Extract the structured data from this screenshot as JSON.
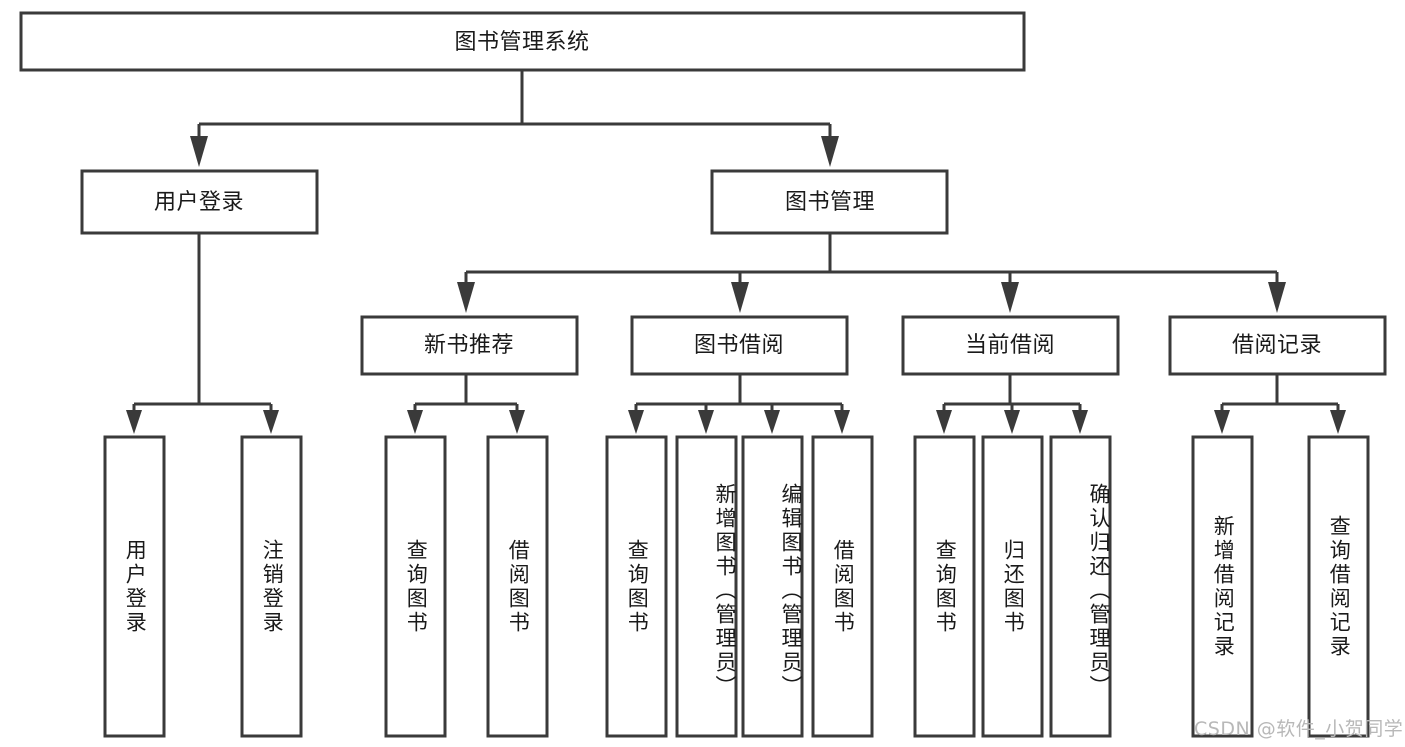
{
  "diagram": {
    "title": "图书管理系统",
    "type": "hierarchy-tree",
    "root": {
      "id": "root",
      "label": "图书管理系统",
      "orientation": "horizontal"
    },
    "level1": [
      {
        "id": "user-login",
        "label": "用户登录",
        "orientation": "horizontal"
      },
      {
        "id": "book-management",
        "label": "图书管理",
        "orientation": "horizontal"
      }
    ],
    "level2": [
      {
        "id": "new-book-recommend",
        "label": "新书推荐",
        "orientation": "horizontal",
        "parent": "book-management"
      },
      {
        "id": "book-borrow",
        "label": "图书借阅",
        "orientation": "horizontal",
        "parent": "book-management"
      },
      {
        "id": "current-borrow",
        "label": "当前借阅",
        "orientation": "horizontal",
        "parent": "book-management"
      },
      {
        "id": "borrow-record",
        "label": "借阅记录",
        "orientation": "horizontal",
        "parent": "book-management"
      }
    ],
    "leaves": [
      {
        "id": "leaf-user-login",
        "label": "用户登录",
        "parent": "user-login",
        "orientation": "vertical"
      },
      {
        "id": "leaf-user-logout",
        "label": "注销登录",
        "parent": "user-login",
        "orientation": "vertical"
      },
      {
        "id": "leaf-query-book-1",
        "label": "查询图书",
        "parent": "new-book-recommend",
        "orientation": "vertical"
      },
      {
        "id": "leaf-borrow-book-1",
        "label": "借阅图书",
        "parent": "new-book-recommend",
        "orientation": "vertical"
      },
      {
        "id": "leaf-query-book-2",
        "label": "查询图书",
        "parent": "book-borrow",
        "orientation": "vertical"
      },
      {
        "id": "leaf-add-book",
        "label": "新增图书（管理员）",
        "parent": "book-borrow",
        "orientation": "vertical"
      },
      {
        "id": "leaf-edit-book",
        "label": "编辑图书（管理员）",
        "parent": "book-borrow",
        "orientation": "vertical"
      },
      {
        "id": "leaf-borrow-book-2",
        "label": "借阅图书",
        "parent": "book-borrow",
        "orientation": "vertical"
      },
      {
        "id": "leaf-query-book-3",
        "label": "查询图书",
        "parent": "current-borrow",
        "orientation": "vertical"
      },
      {
        "id": "leaf-return-book",
        "label": "归还图书",
        "parent": "current-borrow",
        "orientation": "vertical"
      },
      {
        "id": "leaf-confirm-return",
        "label": "确认归还（管理员）",
        "parent": "current-borrow",
        "orientation": "vertical"
      },
      {
        "id": "leaf-add-record",
        "label": "新增借阅记录",
        "parent": "borrow-record",
        "orientation": "vertical"
      },
      {
        "id": "leaf-query-record",
        "label": "查询借阅记录",
        "parent": "borrow-record",
        "orientation": "vertical"
      }
    ],
    "colors": {
      "box_stroke": "#3a3a3a",
      "box_fill": "#ffffff",
      "text": "#1a1a1a",
      "connector": "#3a3a3a",
      "watermark": "#b8b8b8",
      "background": "#ffffff"
    }
  },
  "watermark": {
    "text": "CSDN @软件_小贺同学"
  }
}
